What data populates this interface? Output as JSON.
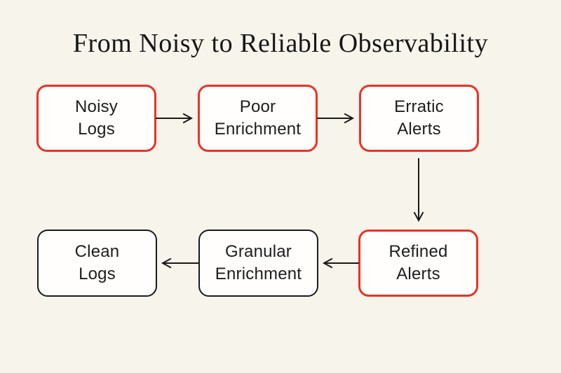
{
  "title": "From Noisy to Reliable Observability",
  "colors": {
    "background": "#f7f4ec",
    "node_fill": "#fffefc",
    "problem_border": "#ee3124",
    "improved_border": "#1a1a1a",
    "arrow": "#1a1a1a",
    "text": "#1d1d1d",
    "title_text": "#171717"
  },
  "nodes": [
    {
      "id": "noisy-logs",
      "label": "Noisy\nLogs",
      "border": "red"
    },
    {
      "id": "poor-enrichment",
      "label": "Poor\nEnrichment",
      "border": "red"
    },
    {
      "id": "erratic-alerts",
      "label": "Erratic\nAlerts",
      "border": "red"
    },
    {
      "id": "refined-alerts",
      "label": "Refined\nAlerts",
      "border": "red"
    },
    {
      "id": "granular-enrichment",
      "label": "Granular\nEnrichment",
      "border": "black"
    },
    {
      "id": "clean-logs",
      "label": "Clean\nLogs",
      "border": "black"
    }
  ],
  "edges": [
    {
      "from": "noisy-logs",
      "to": "poor-enrichment",
      "direction": "right"
    },
    {
      "from": "poor-enrichment",
      "to": "erratic-alerts",
      "direction": "right"
    },
    {
      "from": "erratic-alerts",
      "to": "refined-alerts",
      "direction": "down"
    },
    {
      "from": "refined-alerts",
      "to": "granular-enrichment",
      "direction": "left"
    },
    {
      "from": "granular-enrichment",
      "to": "clean-logs",
      "direction": "left"
    }
  ]
}
